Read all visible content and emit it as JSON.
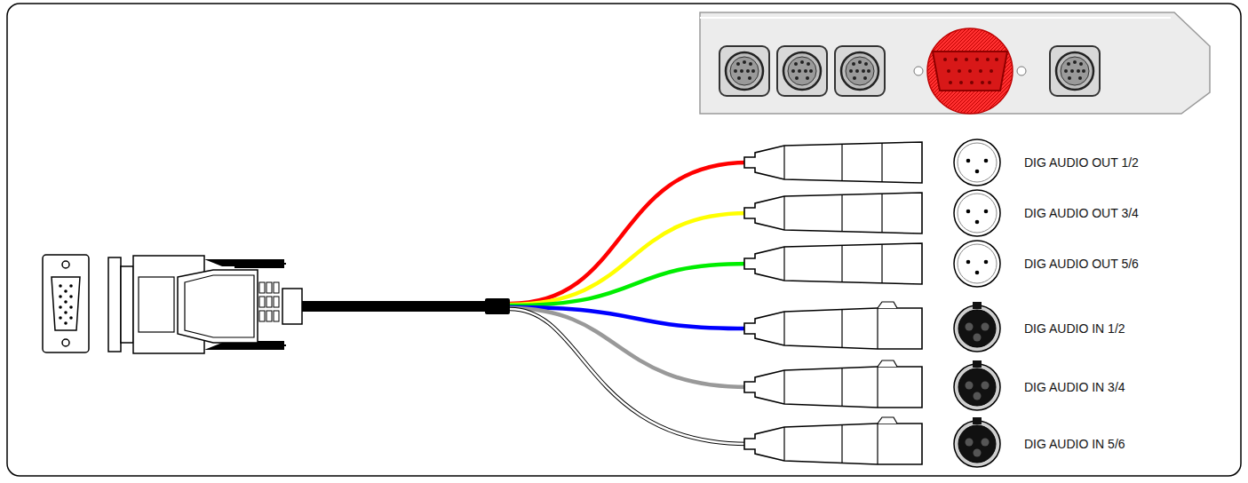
{
  "diagram": {
    "labels": [
      "DIG AUDIO OUT 1/2",
      "DIG AUDIO OUT 3/4",
      "DIG AUDIO OUT 5/6",
      "DIG AUDIO IN 1/2",
      "DIG AUDIO IN 3/4",
      "DIG AUDIO IN 5/6"
    ]
  }
}
